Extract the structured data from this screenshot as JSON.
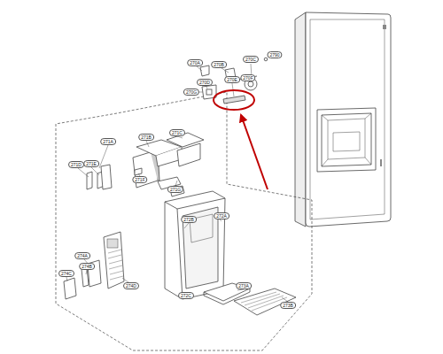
{
  "diagram": {
    "labels": [
      "270A",
      "270B",
      "270C",
      "270D",
      "270E",
      "270F",
      "270G",
      "271A",
      "271B",
      "271C",
      "271D",
      "271E",
      "271F",
      "271G",
      "272A",
      "272B",
      "272C",
      "273A",
      "273B",
      "274A",
      "274B",
      "274C",
      "274D",
      "2790"
    ]
  }
}
